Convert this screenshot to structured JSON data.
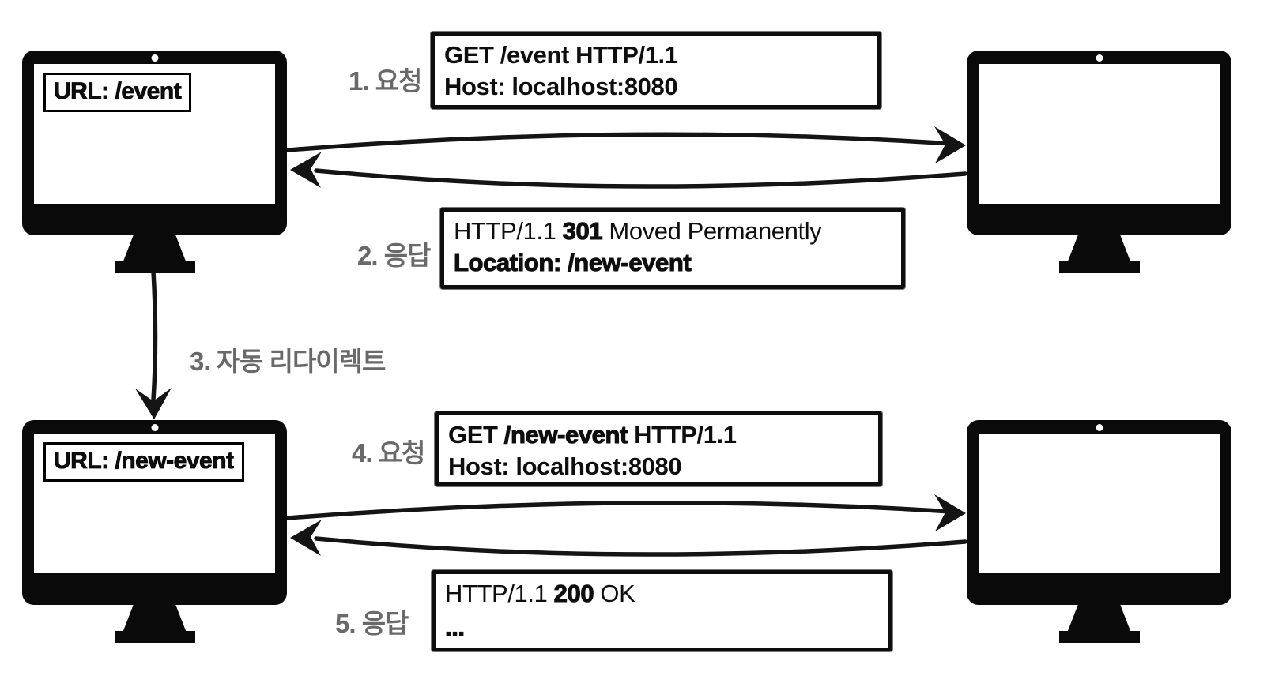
{
  "colors": {
    "ink": "#0e0e0e",
    "label_gray": "#696969",
    "background": "#ffffff"
  },
  "labels": {
    "step1": "1. 요청",
    "step2": "2. 응답",
    "step3": "3. 자동 리다이렉트",
    "step4": "4. 요청",
    "step5": "5. 응답"
  },
  "browser": {
    "top_url": "URL: /event",
    "bottom_url": "URL: /new-event"
  },
  "messages": {
    "request1": {
      "line1_a": "GET /event HTTP/1.1",
      "line2": "Host: localhost:8080"
    },
    "response1": {
      "line1_a": "HTTP/1.1 ",
      "line1_b": "301",
      "line1_c": " Moved Permanently",
      "line2": "Location: /new-event"
    },
    "request2": {
      "line1_a": "GET ",
      "line1_b": "/new-event",
      "line1_c": " HTTP/1.1",
      "line2": "Host: localhost:8080"
    },
    "response2": {
      "line1_a": "HTTP/1.1 ",
      "line1_b": "200",
      "line1_c": " OK",
      "line2": "..."
    }
  }
}
